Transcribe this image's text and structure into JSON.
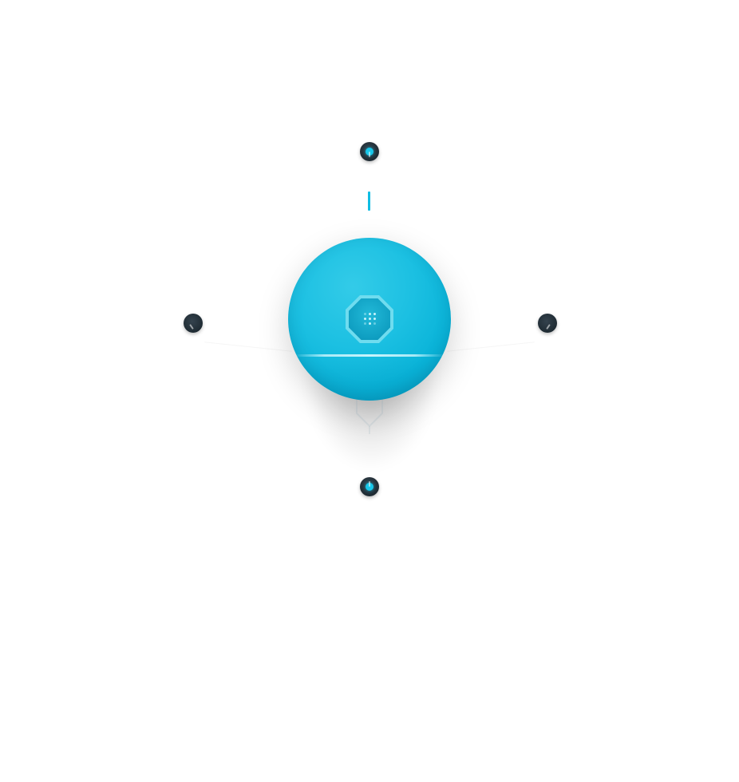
{
  "colors": {
    "accent": "#10bde3",
    "orb": "#1cc0e2",
    "node_body": "#1f2b33",
    "background": "#ffffff"
  },
  "controls": {
    "center_hub": {
      "icon": "grid-dots-icon"
    },
    "nodes": [
      {
        "position": "top",
        "active": true
      },
      {
        "position": "right",
        "active": false
      },
      {
        "position": "bottom",
        "active": true
      },
      {
        "position": "left",
        "active": false
      }
    ],
    "indicator": {
      "icon": "cursor-bar-icon"
    }
  }
}
